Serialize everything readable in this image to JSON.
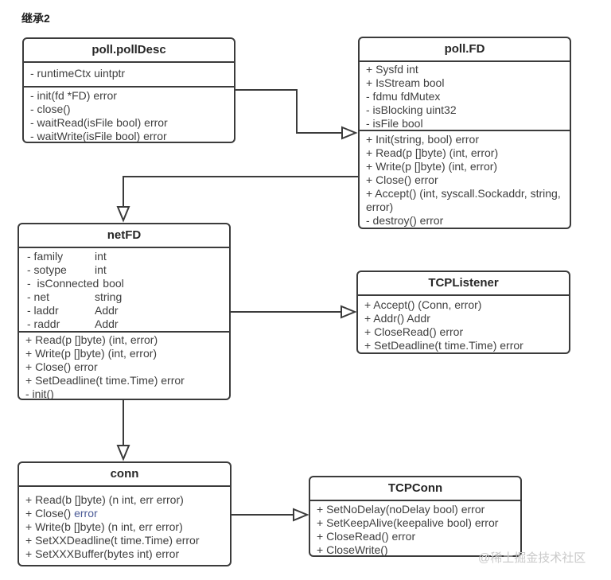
{
  "diagram": {
    "heading": "继承2",
    "watermark": "@稀土掘金技术社区",
    "colors": {
      "line": "#3b3b3b",
      "text": "#3f3f3f",
      "title_text": "#262626",
      "link_text": "#4a5a96",
      "watermark": "#c9c9c9",
      "background": "#ffffff"
    }
  },
  "boxes": {
    "pollDesc": {
      "title": "poll.pollDesc",
      "attributes": [
        "- runtimeCtx uintptr"
      ],
      "methods": [
        "- init(fd *FD) error",
        "- close()",
        "- waitRead(isFile bool) error",
        "- waitWrite(isFile bool) error"
      ]
    },
    "pollFD": {
      "title": "poll.FD",
      "attributes": [
        "+ Sysfd int",
        "+ IsStream bool",
        "- fdmu fdMutex",
        "- isBlocking uint32",
        "- isFile bool"
      ],
      "methods": [
        "+ Init(string, bool) error",
        "+ Read(p []byte) (int, error)",
        "+ Write(p []byte) (int, error)",
        "+ Close() error",
        "+ Accept() (int, syscall.Sockaddr, string, error)",
        "- destroy() error"
      ]
    },
    "netFD": {
      "title": "netFD",
      "attributes": [
        {
          "name": "- family",
          "type": "int"
        },
        {
          "name": "- sotype",
          "type": "int"
        },
        {
          "name": "-  isConnected",
          "type": "bool"
        },
        {
          "name": "- net",
          "type": "string"
        },
        {
          "name": "- laddr",
          "type": "Addr"
        },
        {
          "name": "- raddr",
          "type": "Addr"
        }
      ],
      "methods": [
        "+ Read(p []byte) (int, error)",
        "+ Write(p []byte) (int, error)",
        "+ Close() error",
        "+ SetDeadline(t time.Time) error",
        "- init()"
      ]
    },
    "tcpListener": {
      "title": "TCPListener",
      "methods": [
        "+ Accept() (Conn, error)",
        "+ Addr() Addr",
        "+ CloseRead() error",
        "+ SetDeadline(t time.Time) error"
      ]
    },
    "conn": {
      "title": "conn",
      "methods": [
        "+ Read(b []byte) (n int, err error)",
        {
          "prefix": "+ Close() ",
          "link": "error"
        },
        "+ Write(b []byte) (n int, err error)",
        "+ SetXXDeadline(t time.Time) error",
        "+ SetXXXBuffer(bytes int) error"
      ]
    },
    "tcpConn": {
      "title": "TCPConn",
      "methods": [
        "+ SetNoDelay(noDelay bool) error",
        "+ SetKeepAlive(keepalive bool) error",
        "+ CloseRead() error",
        "+ CloseWrite()"
      ]
    }
  }
}
